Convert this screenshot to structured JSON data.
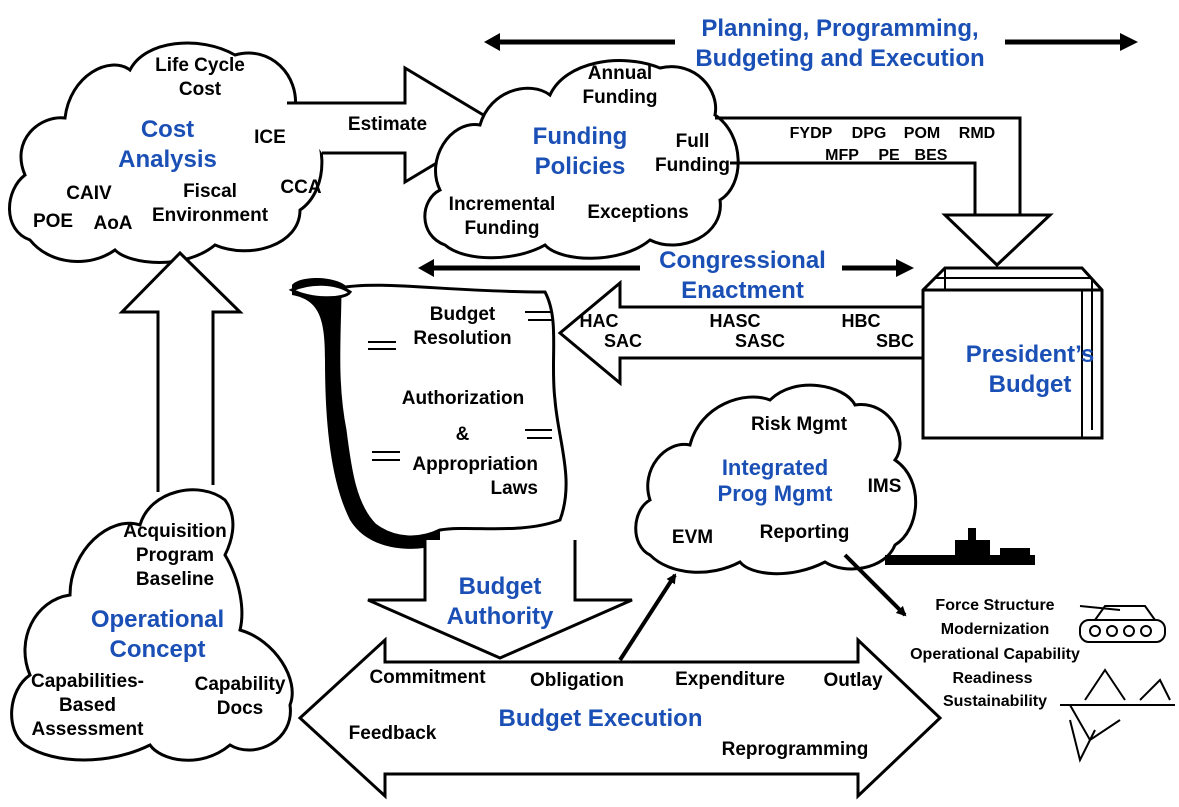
{
  "top_banner": {
    "title": "Planning, Programming,\nBudgeting and Execution"
  },
  "cost_analysis": {
    "title": "Cost\nAnalysis",
    "life_cycle": "Life Cycle\nCost",
    "ice": "ICE",
    "cca": "CCA",
    "caiv": "CAIV",
    "poe": "POE",
    "aoa": "AoA",
    "fiscal": "Fiscal\nEnvironment"
  },
  "estimate_label": "Estimate",
  "funding_policies": {
    "title": "Funding\nPolicies",
    "annual": "Annual\nFunding",
    "full": "Full\nFunding",
    "incremental": "Incremental\nFunding",
    "exceptions": "Exceptions"
  },
  "ppbe_docs": {
    "row1": [
      "FYDP",
      "DPG",
      "POM",
      "RMD"
    ],
    "row2": [
      "MFP",
      "PE",
      "BES"
    ]
  },
  "congressional": {
    "title": "Congressional\nEnactment"
  },
  "committees": {
    "hac": "HAC",
    "sac": "SAC",
    "hasc": "HASC",
    "sasc": "SASC",
    "hbc": "HBC",
    "sbc": "SBC"
  },
  "presidents_budget": {
    "title": "President’s\nBudget"
  },
  "scroll": {
    "budget_resolution": "Budget\nResolution",
    "authorization": "Authorization",
    "amp": "&",
    "appropriation": "Appropriation\nLaws"
  },
  "integrated": {
    "title": "Integrated\nProg Mgmt",
    "risk": "Risk Mgmt",
    "ims": "IMS",
    "evm": "EVM",
    "reporting": "Reporting"
  },
  "budget_authority": {
    "title": "Budget\nAuthority"
  },
  "budget_execution": {
    "title": "Budget Execution",
    "commitment": "Commitment",
    "obligation": "Obligation",
    "expenditure": "Expenditure",
    "outlay": "Outlay",
    "feedback": "Feedback",
    "reprogramming": "Reprogramming"
  },
  "operational": {
    "title": "Operational\nConcept",
    "apb": "Acquisition\nProgram\nBaseline",
    "cba": "Capabilities-\nBased\nAssessment",
    "docs": "Capability\nDocs"
  },
  "outcomes": [
    "Force Structure",
    "Modernization",
    "Operational Capability",
    "Readiness",
    "Sustainability"
  ],
  "colors": {
    "blue_title": "#1a4fb5",
    "line": "#000000",
    "background": "#ffffff"
  }
}
